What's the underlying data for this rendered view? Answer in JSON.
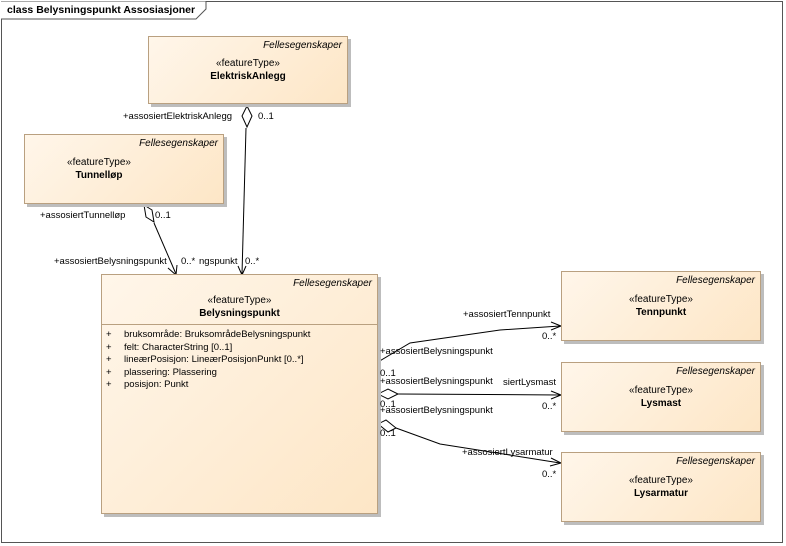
{
  "diagram": {
    "title": "class Belysningspunkt Assosiasjoner"
  },
  "classes": {
    "elektrisk_anlegg": {
      "package": "Fellesegenskaper",
      "stereotype": "«featureType»",
      "name": "ElektriskAnlegg"
    },
    "tunnellop": {
      "package": "Fellesegenskaper",
      "stereotype": "«featureType»",
      "name": "Tunnelløp"
    },
    "belysningspunkt": {
      "package": "Fellesegenskaper",
      "stereotype": "«featureType»",
      "name": "Belysningspunkt",
      "attributes": [
        {
          "vis": "+",
          "text": "bruksområde: BruksområdeBelysningspunkt"
        },
        {
          "vis": "+",
          "text": "felt: CharacterString [0..1]"
        },
        {
          "vis": "+",
          "text": "lineærPosisjon: LineærPosisjonPunkt [0..*]"
        },
        {
          "vis": "+",
          "text": "plassering: Plassering"
        },
        {
          "vis": "+",
          "text": "posisjon: Punkt"
        }
      ]
    },
    "tennpunkt": {
      "package": "Fellesegenskaper",
      "stereotype": "«featureType»",
      "name": "Tennpunkt"
    },
    "lysmast": {
      "package": "Fellesegenskaper",
      "stereotype": "«featureType»",
      "name": "Lysmast"
    },
    "lysarmatur": {
      "package": "Fellesegenskaper",
      "stereotype": "«featureType»",
      "name": "Lysarmatur"
    }
  },
  "labels": {
    "role_elektrisk_anlegg": "+assosiertElektriskAnlegg",
    "mult_elektrisk_anlegg": "0..1",
    "role_tunnellop": "+assosiertTunnelløp",
    "mult_tunnellop": "0..1",
    "role_belysningspunkt_left": "+assosiertBelysningspunkt",
    "mult_belysningspunkt_left": "0..*",
    "role_belysningspunkt_right": "ngspunkt",
    "mult_belysningspunkt_right": "0..*",
    "role_tennpunkt": "+assosiertTennpunkt",
    "mult_tennpunkt": "0..*",
    "role_bp_tennpunkt": "+assosiertBelysningspunkt",
    "mult_bp_tennpunkt": "0..1",
    "role_bp_lysmast": "+assosiertBelysningspunkt",
    "role_lysmast": "siertLysmast",
    "mult_bp_lysmast": "0..1",
    "mult_lysmast": "0..*",
    "role_bp_lysarmatur": "+assosiertBelysningspunkt",
    "mult_bp_lysarmatur": "0..1",
    "role_lysarmatur": "+assosiertLysarmatur",
    "mult_lysarmatur": "0..*"
  }
}
